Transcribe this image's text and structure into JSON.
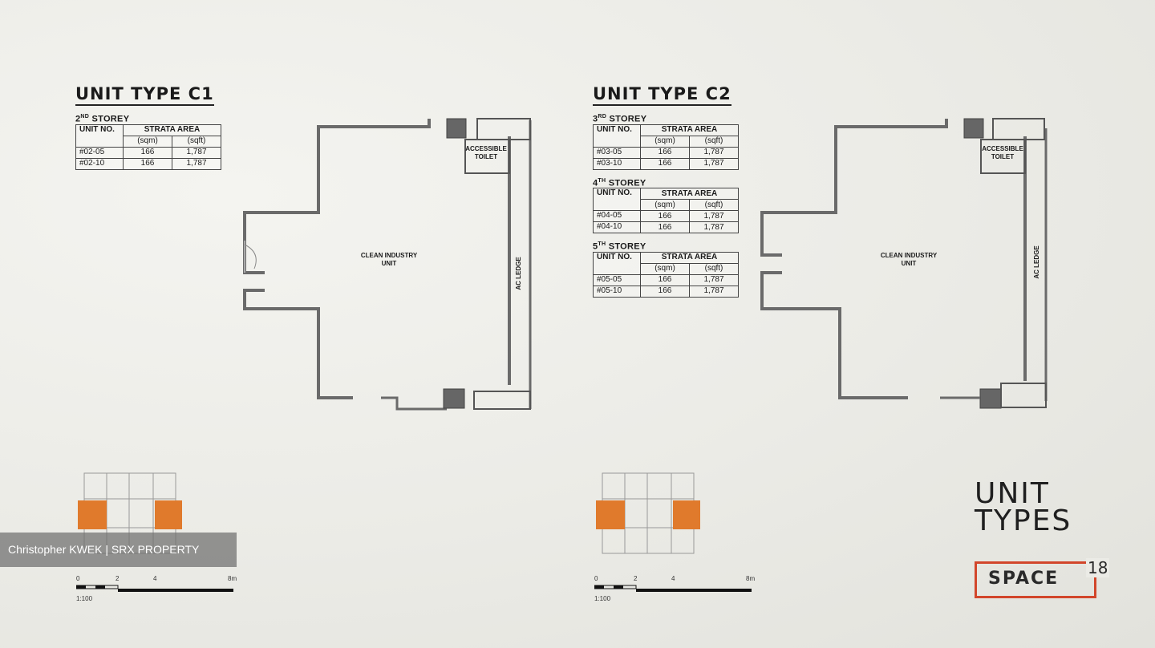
{
  "c1": {
    "title": "UNIT TYPE C1",
    "storeys": [
      {
        "label": "2",
        "suffix": "ND",
        "rest": " STOREY",
        "rows": [
          [
            "#02-05",
            "166",
            "1,787"
          ],
          [
            "#02-10",
            "166",
            "1,787"
          ]
        ]
      }
    ]
  },
  "c2": {
    "title": "UNIT TYPE C2",
    "storeys": [
      {
        "label": "3",
        "suffix": "RD",
        "rest": " STOREY",
        "rows": [
          [
            "#03-05",
            "166",
            "1,787"
          ],
          [
            "#03-10",
            "166",
            "1,787"
          ]
        ]
      },
      {
        "label": "4",
        "suffix": "TH",
        "rest": " STOREY",
        "rows": [
          [
            "#04-05",
            "166",
            "1,787"
          ],
          [
            "#04-10",
            "166",
            "1,787"
          ]
        ]
      },
      {
        "label": "5",
        "suffix": "TH",
        "rest": " STOREY",
        "rows": [
          [
            "#05-05",
            "166",
            "1,787"
          ],
          [
            "#05-10",
            "166",
            "1,787"
          ]
        ]
      }
    ]
  },
  "table_headers": {
    "unit_no": "UNIT NO.",
    "strata_area": "STRATA AREA",
    "sqm": "(sqm)",
    "sqft": "(sqft)"
  },
  "plan_labels": {
    "clean_industry": "CLEAN INDUSTRY UNIT",
    "accessible_toilet": "ACCESSIBLE TOILET",
    "ac_ledge": "AC LEDGE"
  },
  "scale": {
    "ticks": [
      "0",
      "2",
      "4",
      "8m"
    ],
    "ratio": "1:100"
  },
  "watermark": "Christopher KWEK | SRX PROPERTY",
  "headline": {
    "line1": "UNIT",
    "line2": "TYPES"
  },
  "logo": {
    "text": "SPACE",
    "number": "18"
  },
  "colors": {
    "accent": "#d2462b",
    "highlight": "#e07a2c",
    "wall": "#6a6a6a"
  }
}
